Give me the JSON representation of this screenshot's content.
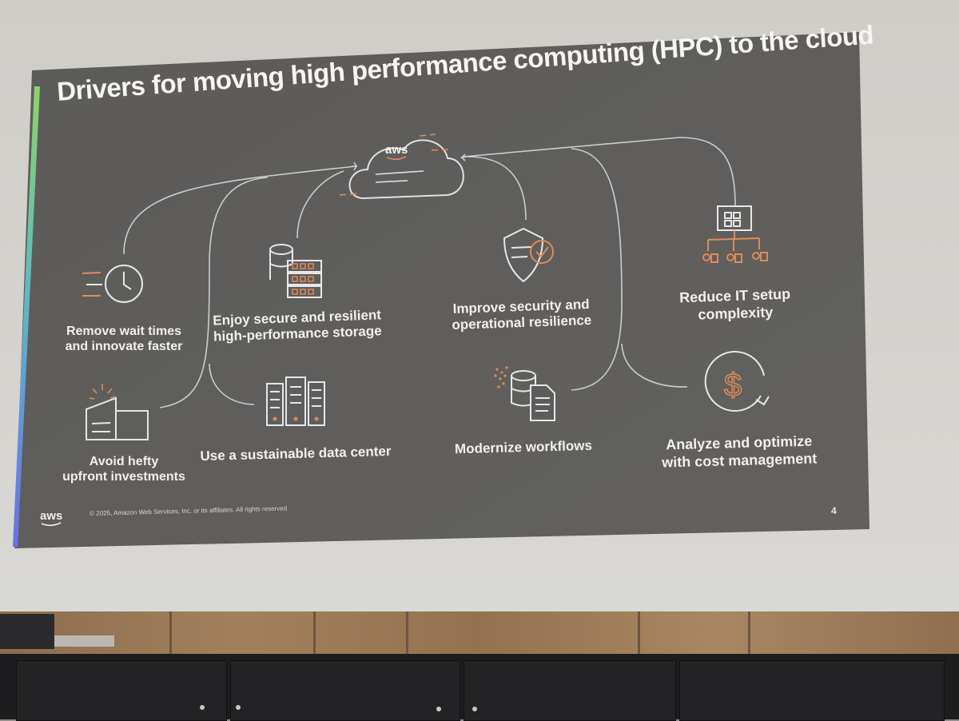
{
  "slide": {
    "title": "Drivers for moving high performance computing (HPC) to the cloud",
    "cloud_logo_text": "aws",
    "drivers": [
      {
        "label_line1": "Remove wait times",
        "label_line2": "and innovate faster",
        "icon": "clock-icon"
      },
      {
        "label_line1": "Enjoy secure and resilient",
        "label_line2": "high-performance storage",
        "icon": "storage-server-icon"
      },
      {
        "label_line1": "Improve security and",
        "label_line2": "operational resilience",
        "icon": "shield-check-icon"
      },
      {
        "label_line1": "Reduce IT setup",
        "label_line2": "complexity",
        "icon": "org-network-icon"
      },
      {
        "label_line1": "Avoid hefty",
        "label_line2": "upfront investments",
        "icon": "building-sun-icon"
      },
      {
        "label_line1": "Use a sustainable data center",
        "label_line2": "",
        "icon": "data-center-icon"
      },
      {
        "label_line1": "Modernize workflows",
        "label_line2": "",
        "icon": "database-document-icon"
      },
      {
        "label_line1": "Analyze and optimize",
        "label_line2": "with cost management",
        "icon": "dollar-cycle-icon"
      }
    ],
    "footer_logo_text": "aws",
    "copyright": "© 2025, Amazon Web Services, Inc. or its affiliates. All rights reserved",
    "page_number": "4"
  },
  "colors": {
    "slide_background": "#5a5957",
    "line": "#c9ccd1",
    "accent_orange": "#e08a5a",
    "accent_green": "#7cc96a",
    "accent_blue": "#6a7be0"
  }
}
